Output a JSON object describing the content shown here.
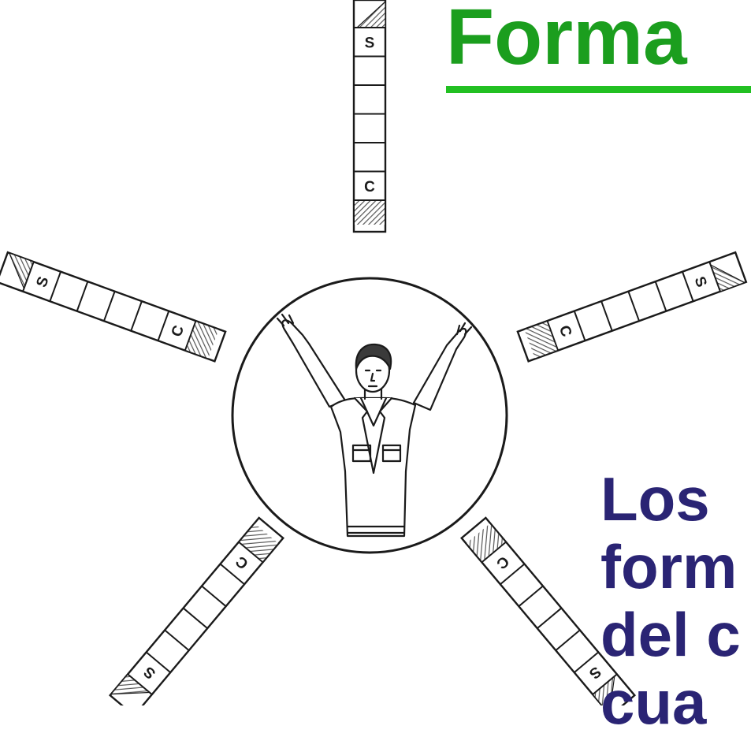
{
  "slide": {
    "title": "Forma",
    "body_lines": [
      "Los",
      "form",
      "del c",
      "cua"
    ]
  },
  "colors": {
    "title": "#1b9e1e",
    "title_underline": "#22c022",
    "body_text": "#2a2474",
    "line": "#1a1a1a",
    "hatch": "#555555"
  },
  "diagram": {
    "arms": [
      {
        "id": "top",
        "cells": [
          "S",
          "",
          "",
          "",
          "",
          "C"
        ]
      },
      {
        "id": "left",
        "cells": [
          "S",
          "",
          "",
          "",
          "",
          "C"
        ]
      },
      {
        "id": "right",
        "cells": [
          "S",
          "",
          "",
          "",
          "",
          "C"
        ]
      },
      {
        "id": "bottom-left",
        "cells": [
          "S",
          "",
          "",
          "",
          "",
          "C"
        ]
      },
      {
        "id": "bottom-right",
        "cells": [
          "S",
          "",
          "",
          "",
          "",
          "C"
        ]
      }
    ]
  }
}
